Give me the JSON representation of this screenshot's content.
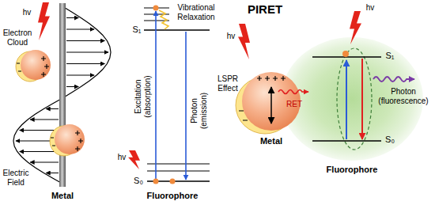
{
  "diagram": {
    "labels": [
      "hv",
      "Electron Cloud",
      "Electric Field",
      "Metal",
      "S₁",
      "Vibrational Relaxation",
      "Excitation (absorption)",
      "Photon (emission)",
      "hv",
      "S₀",
      "Fluorophore",
      "PIRET",
      "hv",
      "hv",
      "LSPR Effect",
      "S₁",
      "RET",
      "Photon (fluorescence)",
      "Metal",
      "S₀",
      "Fluorophore"
    ]
  }
}
